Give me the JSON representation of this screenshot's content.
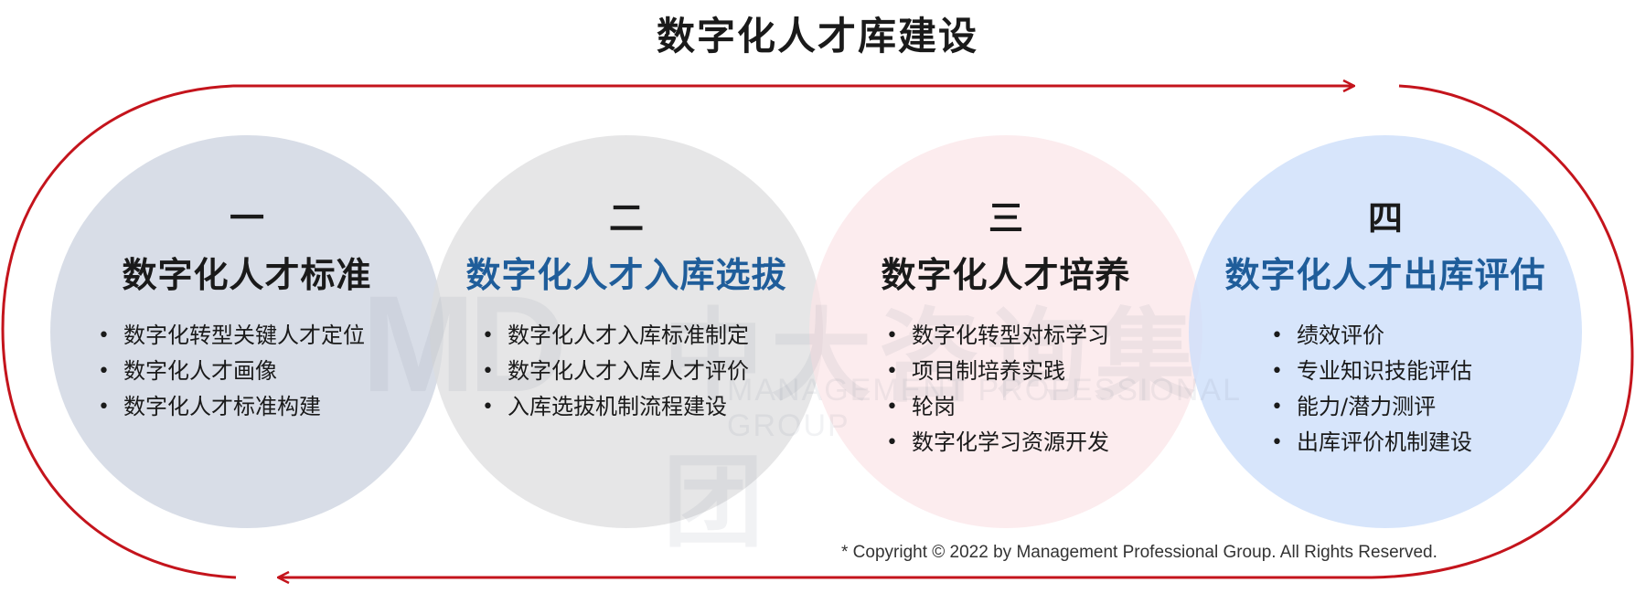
{
  "title": "数字化人才库建设",
  "watermark": {
    "logo": "MD",
    "chinese": "中大咨询集团",
    "english": "MANAGEMENT PROFESSIONAL GROUP"
  },
  "colors": {
    "loop_arrow": "#c4141c",
    "accent_blue": "#1f5d9a",
    "stage1_fill": "#c9d0de",
    "stage2_fill": "#dcdcde",
    "stage3_fill": "#fbe4e8",
    "stage4_fill": "#cddefa"
  },
  "stages": [
    {
      "number": "一",
      "title": "数字化人才标准",
      "items": [
        "数字化转型关键人才定位",
        "数字化人才画像",
        "数字化人才标准构建"
      ]
    },
    {
      "number": "二",
      "title": "数字化人才入库选拔",
      "items": [
        "数字化人才入库标准制定",
        "数字化人才入库人才评价",
        "入库选拔机制流程建设"
      ]
    },
    {
      "number": "三",
      "title": "数字化人才培养",
      "items": [
        "数字化转型对标学习",
        "项目制培养实践",
        "轮岗",
        "数字化学习资源开发"
      ]
    },
    {
      "number": "四",
      "title": "数字化人才出库评估",
      "items": [
        "绩效评价",
        "专业知识技能评估",
        "能力/潜力测评",
        "出库评价机制建设"
      ]
    }
  ],
  "copyright": "* Copyright © 2022 by Management Professional Group. All Rights Reserved."
}
